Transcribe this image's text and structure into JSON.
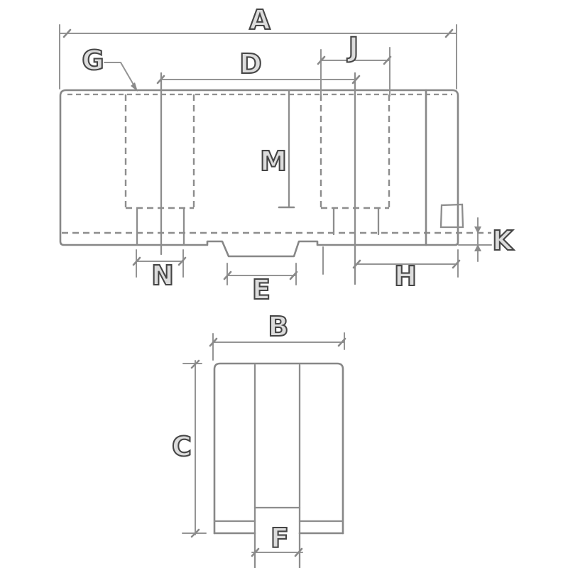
{
  "figure": {
    "kind": "dimensioned technical drawing, two views of a machine jaw block",
    "background_color": "#ffffff",
    "object_line_color": "#878787",
    "hidden_line_color": "#8d8d8d",
    "dimension_line_color": "#949494",
    "label_outline_color": "#454545",
    "label_fill_color": "#dcdcdc"
  },
  "labels": {
    "a": "A",
    "b": "B",
    "c": "C",
    "d": "D",
    "e": "E",
    "f": "F",
    "g": "G",
    "h": "H",
    "j": "J",
    "k": "K",
    "m": "M",
    "n": "N"
  }
}
